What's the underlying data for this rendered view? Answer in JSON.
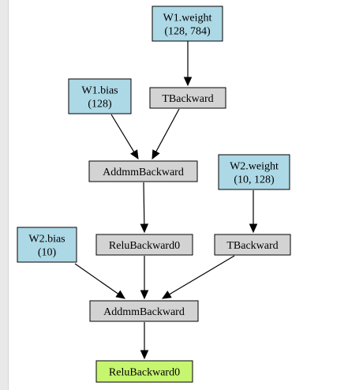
{
  "colors": {
    "param_fill": "#add8e6",
    "op_fill": "#d3d3d3",
    "output_fill": "#c6f56f",
    "stroke": "#000000"
  },
  "nodes": {
    "w1_weight": {
      "lines": [
        "W1.weight",
        "(128, 784)"
      ],
      "kind": "param"
    },
    "w1_bias": {
      "lines": [
        "W1.bias",
        "(128)"
      ],
      "kind": "param"
    },
    "tbackward_1": {
      "lines": [
        "TBackward"
      ],
      "kind": "op"
    },
    "addmm_1": {
      "lines": [
        "AddmmBackward"
      ],
      "kind": "op"
    },
    "w2_weight": {
      "lines": [
        "W2.weight",
        "(10, 128)"
      ],
      "kind": "param"
    },
    "relu_0": {
      "lines": [
        "ReluBackward0"
      ],
      "kind": "op"
    },
    "tbackward_2": {
      "lines": [
        "TBackward"
      ],
      "kind": "op"
    },
    "w2_bias": {
      "lines": [
        "W2.bias",
        "(10)"
      ],
      "kind": "param"
    },
    "addmm_2": {
      "lines": [
        "AddmmBackward"
      ],
      "kind": "op"
    },
    "relu_out": {
      "lines": [
        "ReluBackward0"
      ],
      "kind": "output"
    }
  },
  "edges": [
    [
      "w1_weight",
      "tbackward_1"
    ],
    [
      "w1_bias",
      "addmm_1"
    ],
    [
      "tbackward_1",
      "addmm_1"
    ],
    [
      "addmm_1",
      "relu_0"
    ],
    [
      "w2_weight",
      "tbackward_2"
    ],
    [
      "w2_bias",
      "addmm_2"
    ],
    [
      "relu_0",
      "addmm_2"
    ],
    [
      "tbackward_2",
      "addmm_2"
    ],
    [
      "addmm_2",
      "relu_out"
    ]
  ]
}
